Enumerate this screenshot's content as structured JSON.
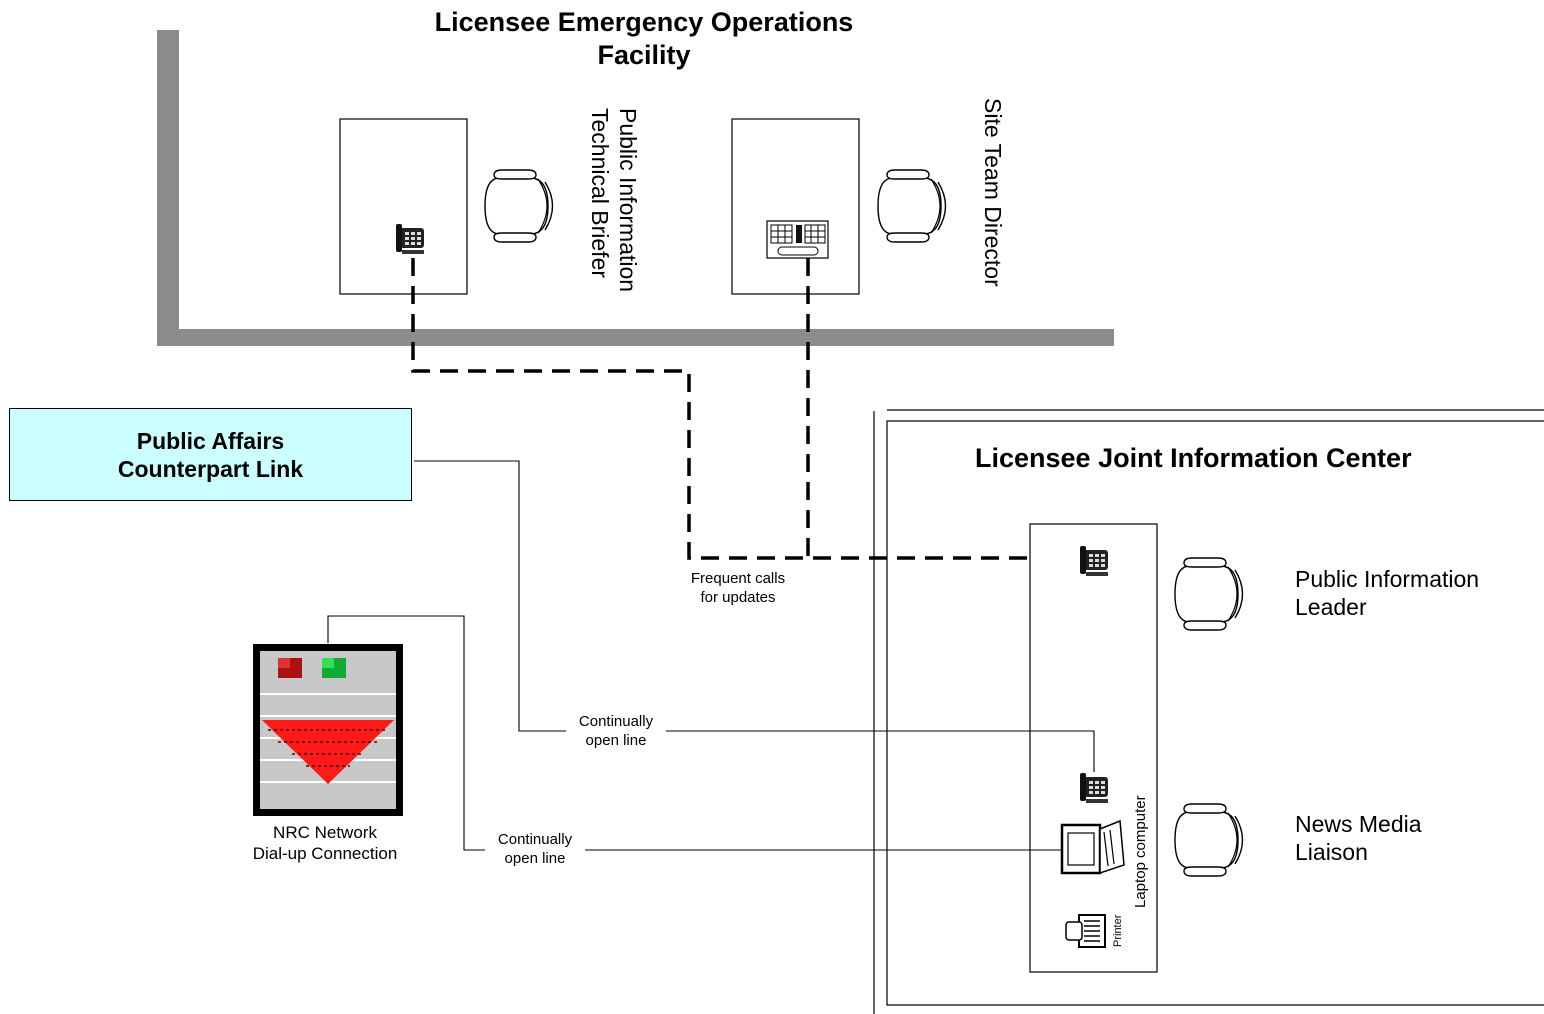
{
  "colors": {
    "wall": "#8c8c8c",
    "link_box_fill": "#ccffff",
    "server_light_red": "#aa1111",
    "server_light_green": "#11aa33",
    "server_triangle": "#ff1a1a",
    "server_body": "#c8c8c8"
  },
  "eof": {
    "title_line1": "Licensee Emergency Operations",
    "title_line2": "Facility",
    "briefer_line1": "Public Information",
    "briefer_line2": "Technical Briefer",
    "director_label": "Site Team Director"
  },
  "link_box": {
    "line1": "Public Affairs",
    "line2": "Counterpart Link"
  },
  "server": {
    "label_line1": "NRC Network",
    "label_line2": "Dial-up Connection"
  },
  "lines": {
    "frequent_line1": "Frequent calls",
    "frequent_line2": "for updates",
    "open1_line1": "Continually",
    "open1_line2": "open line",
    "open2_line1": "Continually",
    "open2_line2": "open line"
  },
  "jic": {
    "title": "Licensee Joint Information Center",
    "leader_line1": "Public Information",
    "leader_line2": "Leader",
    "liaison_line1": "News Media",
    "liaison_line2": "Liaison",
    "laptop_label": "Laptop computer",
    "printer_label": "Printer"
  },
  "icons": [
    "telephone-icon",
    "keypad-phone-icon",
    "chair-icon",
    "server-rack-icon",
    "laptop-icon",
    "printer-icon"
  ]
}
